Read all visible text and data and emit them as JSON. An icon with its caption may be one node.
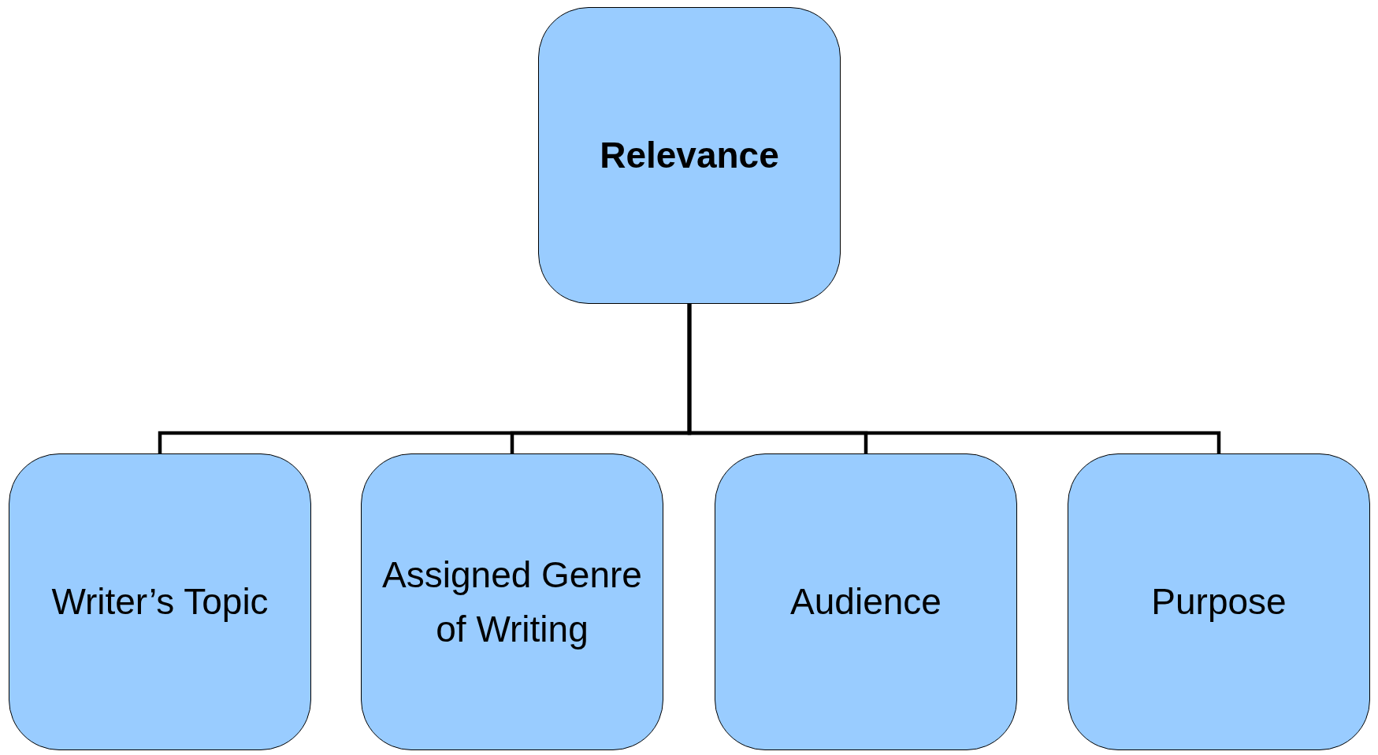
{
  "diagram": {
    "nodes": [
      {
        "text": [
          "Relevance"
        ]
      },
      {
        "text": [
          "Writer’s Topic"
        ]
      },
      {
        "text": [
          "Assigned Genre of Writing"
        ]
      },
      {
        "text": [
          "Audience"
        ]
      },
      {
        "text": [
          "Purpose"
        ]
      }
    ],
    "edges": [
      {
        "from": 0,
        "to": 1,
        "arrow": "none"
      },
      {
        "from": 0,
        "to": 2,
        "arrow": "none"
      },
      {
        "from": 0,
        "to": 3,
        "arrow": "none"
      },
      {
        "from": 0,
        "to": 4,
        "arrow": "none"
      }
    ]
  }
}
